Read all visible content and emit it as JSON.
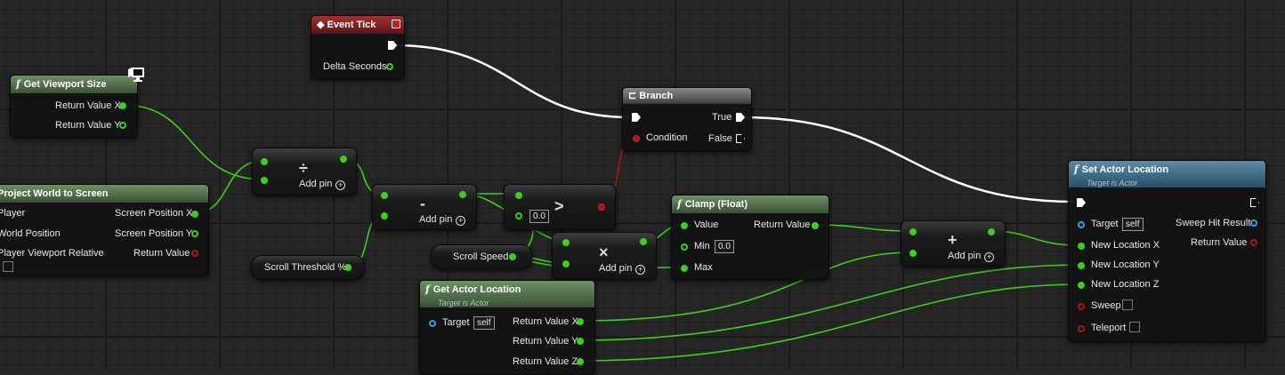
{
  "nodes": {
    "event_tick": {
      "title": "Event Tick",
      "delta": "Delta Seconds"
    },
    "get_viewport": {
      "title": "Get Viewport Size",
      "out_x": "Return Value X",
      "out_y": "Return Value Y"
    },
    "project": {
      "title": "Project World to Screen",
      "in_player": "Player",
      "in_world": "World Position",
      "in_rel": "Player Viewport Relative",
      "out_x": "Screen Position X",
      "out_y": "Screen Position Y",
      "out_rv": "Return Value"
    },
    "divide": {
      "op": "÷",
      "add_pin": "Add pin"
    },
    "subtract": {
      "op": "-",
      "add_pin": "Add pin"
    },
    "greater": {
      "op": ">",
      "val": "0.0"
    },
    "scroll_threshold": {
      "label": "Scroll Threshold %"
    },
    "scroll_speed": {
      "label": "Scroll Speed"
    },
    "multiply": {
      "op": "×",
      "add_pin": "Add pin"
    },
    "branch": {
      "title": "Branch",
      "condition": "Condition",
      "true": "True",
      "false": "False"
    },
    "clamp": {
      "title": "Clamp (Float)",
      "value": "Value",
      "min": "Min",
      "min_val": "0.0",
      "max": "Max",
      "out": "Return Value"
    },
    "add": {
      "op": "+",
      "add_pin": "Add pin"
    },
    "get_actor_loc": {
      "title": "Get Actor Location",
      "subtitle": "Target is Actor",
      "target": "Target",
      "self": "self",
      "out_x": "Return Value X",
      "out_y": "Return Value Y",
      "out_z": "Return Value Z"
    },
    "set_actor_loc": {
      "title": "Set Actor Location",
      "subtitle": "Target is Actor",
      "target": "Target",
      "self": "self",
      "new_x": "New Location X",
      "new_y": "New Location Y",
      "new_z": "New Location Z",
      "sweep": "Sweep",
      "teleport": "Teleport",
      "sweep_hit": "Sweep Hit Result",
      "out_rv": "Return Value"
    }
  },
  "colors": {
    "float_pin": "#3ecf1c",
    "exec_wire": "#ffffff",
    "object_pin": "#2f9fe8",
    "bool_pin": "#b01414"
  },
  "icons": [
    "function-icon",
    "event-icon",
    "branch-icon",
    "monitor-icon",
    "add-circle-icon"
  ]
}
